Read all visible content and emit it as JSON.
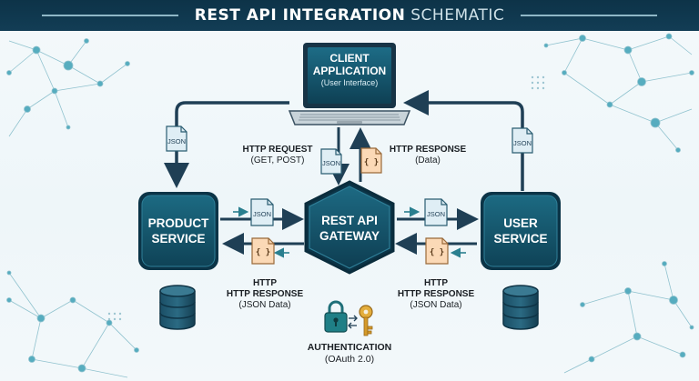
{
  "title": {
    "strong": "REST API INTEGRATION",
    "light": "SCHEMATIC"
  },
  "client": {
    "line1": "CLIENT",
    "line2": "APPLICATION",
    "sub": "(User Interface)"
  },
  "gateway": {
    "line1": "REST API",
    "line2": "GATEWAY"
  },
  "product_service": {
    "line1": "PRODUCT",
    "line2": "SERVICE"
  },
  "user_service": {
    "line1": "USER",
    "line2": "SERVICE"
  },
  "labels": {
    "http_request": "HTTP REQUEST",
    "http_request_methods": "(GET, POST)",
    "http_response_top": "HTTP RESPONSE",
    "http_response_top_sub": "(Data)",
    "left_http": "HTTP",
    "left_http_response": "HTTP RESPONSE",
    "left_json_data": "(JSON Data)",
    "right_http": "HTTP",
    "right_http_response": "HTTP RESPONSE",
    "right_json_data": "(JSON Data)",
    "auth": "AUTHENTICATION",
    "auth_sub": "(OAuth 2.0)"
  },
  "doc_labels": {
    "json": "JSON",
    "braces": "{ }"
  },
  "icons": {
    "laptop": "laptop-icon",
    "database": "database-icon",
    "lock": "padlock-icon",
    "key": "key-icon",
    "exchange": "exchange-arrows-icon",
    "json_file": "json-file-icon",
    "braces_file": "braces-file-icon"
  },
  "colors": {
    "title_bg": "#0f3a50",
    "node_fill": "#14536a",
    "node_border": "#0b3447",
    "arrow": "#1f3f55",
    "glow": "#6fd8ee",
    "json_doc": "#dfeef5",
    "braces_doc": "#fbd9b6",
    "lock": "#1f7f86",
    "key": "#d49a2a",
    "network": "#3ba0b5"
  }
}
